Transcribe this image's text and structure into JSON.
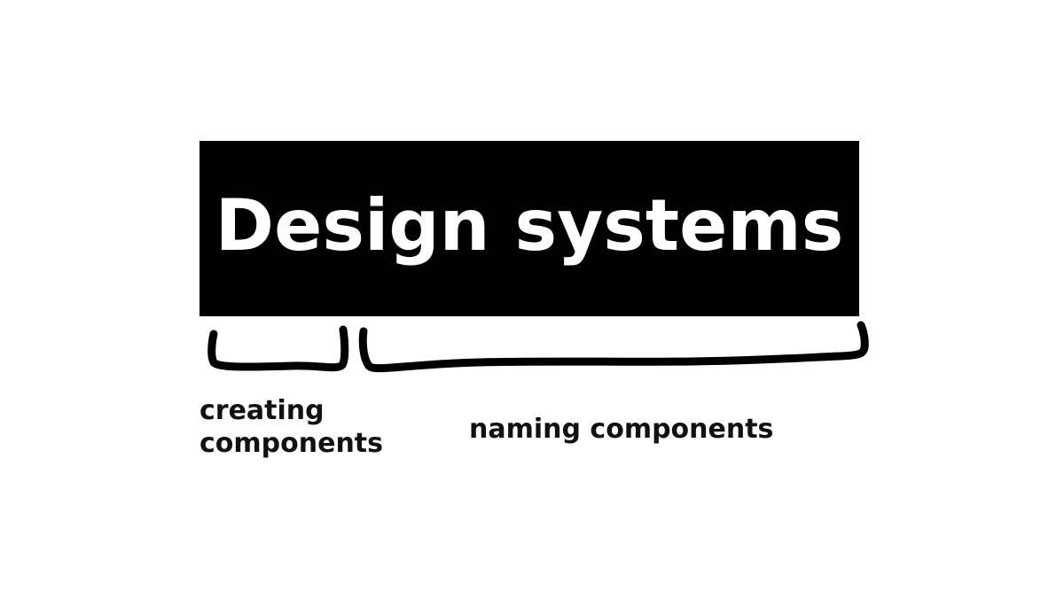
{
  "title": "Design systems",
  "labels": {
    "left": [
      "creating",
      "components"
    ],
    "right": "naming components"
  },
  "colors": {
    "background": "#ffffff",
    "block": "#000000",
    "title_text": "#ffffff",
    "ink": "#111111"
  }
}
